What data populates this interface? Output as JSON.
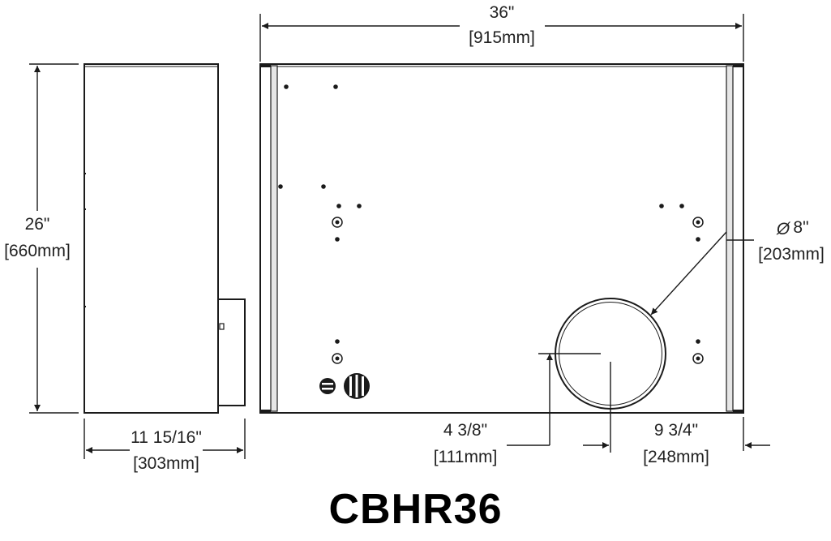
{
  "title": "CBHR36",
  "dimensions": {
    "width": {
      "imperial": "36\"",
      "metric": "[915mm]"
    },
    "height": {
      "imperial": "26\"",
      "metric": "[660mm]"
    },
    "depth": {
      "imperial": "11 15/16\"",
      "metric": "[303mm]"
    },
    "duct_diameter": {
      "symbol": "Ø",
      "imperial": "8\"",
      "metric": "[203mm]"
    },
    "duct_from_bottom": {
      "imperial": "4 3/8\"",
      "metric": "[111mm]"
    },
    "duct_from_right": {
      "imperial": "9 3/4\"",
      "metric": "[248mm]"
    }
  },
  "colors": {
    "line": "#1a1a1a",
    "text": "#222222",
    "title": "#000000"
  }
}
